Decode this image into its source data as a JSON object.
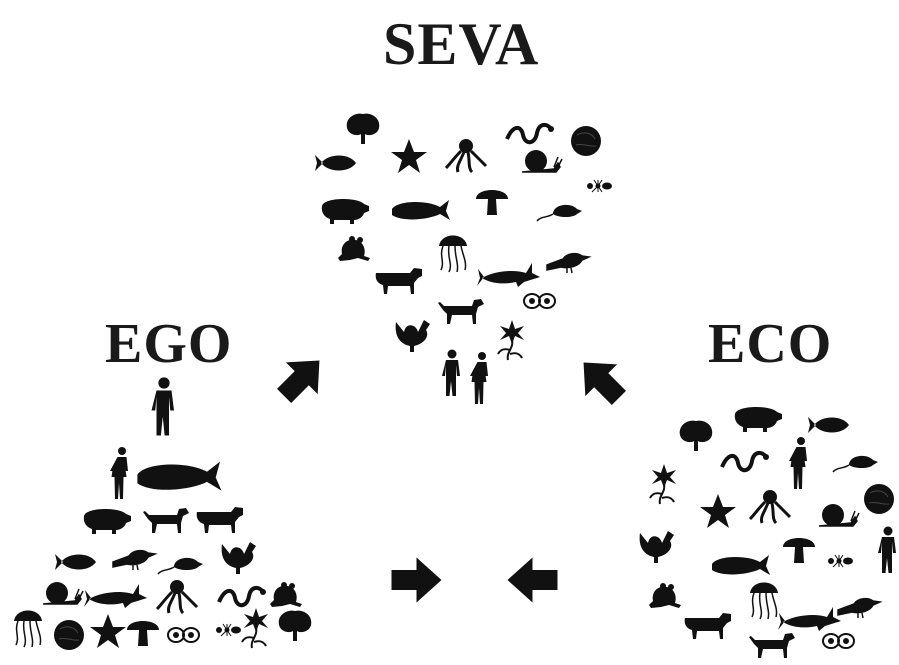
{
  "titles": {
    "seva": "SEVA",
    "ego": "EGO",
    "eco": "ECO"
  },
  "colors": {
    "ink": "#111111",
    "background": "#ffffff"
  },
  "icons": {
    "seva_heart": [
      "tree-icon",
      "snake-icon",
      "fish-icon",
      "starfish-icon",
      "octopus-icon",
      "snail-icon",
      "coral-icon",
      "ant-icon",
      "pig-icon",
      "whale-icon",
      "mushroom-icon",
      "rat-icon",
      "frog-icon",
      "jellyfish-icon",
      "bird-icon",
      "cow-icon",
      "shark-icon",
      "eggs-icon",
      "dog-icon",
      "chicken-icon",
      "man-icon",
      "woman-icon",
      "flower-icon"
    ],
    "ego_pyramid": [
      "man-icon",
      "woman-icon",
      "whale-icon",
      "pig-icon",
      "dog-icon",
      "cow-icon",
      "fish-icon",
      "bird-icon",
      "rat-icon",
      "chicken-icon",
      "snail-icon",
      "shark-icon",
      "octopus-icon",
      "snake-icon",
      "frog-icon",
      "jellyfish-icon",
      "coral-icon",
      "starfish-icon",
      "mushroom-icon",
      "eggs-icon",
      "ant-icon",
      "flower-icon",
      "tree-icon"
    ],
    "eco_circle": [
      "pig-icon",
      "tree-icon",
      "fish-icon",
      "snake-icon",
      "woman-icon",
      "rat-icon",
      "flower-icon",
      "starfish-icon",
      "octopus-icon",
      "snail-icon",
      "coral-icon",
      "chicken-icon",
      "whale-icon",
      "mushroom-icon",
      "ant-icon",
      "man-icon",
      "frog-icon",
      "jellyfish-icon",
      "bird-icon",
      "cow-icon",
      "shark-icon",
      "eggs-icon",
      "dog-icon"
    ]
  },
  "arrows": [
    "arrow-up-right-icon",
    "arrow-up-left-icon",
    "arrow-right-icon",
    "arrow-left-icon"
  ]
}
